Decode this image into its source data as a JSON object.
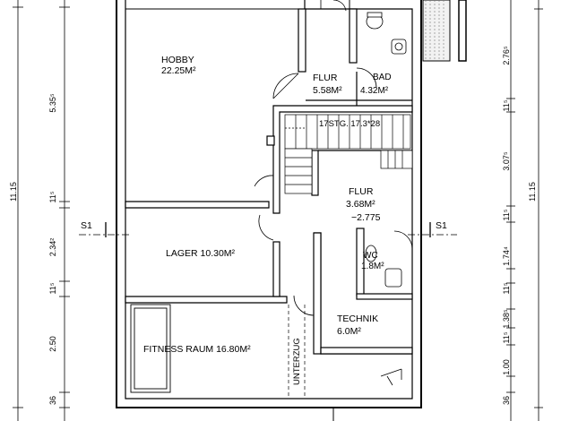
{
  "rooms": {
    "hobby": {
      "name": "HOBBY",
      "area": "22.25M²"
    },
    "flur_top": {
      "name": "FLUR",
      "area": "5.58M²"
    },
    "bad": {
      "name": "BAD",
      "area": "4.32M²"
    },
    "stairs": {
      "label": "17STG. 17.3*28"
    },
    "flur_mid": {
      "name": "FLUR",
      "area": "3.68M²",
      "level": "−2.775"
    },
    "lager": {
      "label": "LAGER 10.30M²"
    },
    "wc": {
      "name": "WC",
      "area": "1.8M²"
    },
    "technik": {
      "name": "TECHNIK",
      "area": "6.0M²"
    },
    "fitness": {
      "label": "FITNESS RAUM 16.80M²"
    },
    "unterzug": {
      "label": "UNTERZUG"
    }
  },
  "section_marks": {
    "left": "S1",
    "right": "S1"
  },
  "dimensions": {
    "left_total": "11.15",
    "left": [
      "5.35⁵",
      "11⁵",
      "2.34²",
      "11⁵",
      "2.50",
      "36"
    ],
    "right_total": "11.15",
    "right": [
      "2.76⁵",
      "11⁵",
      "3.07⁵",
      "11⁵",
      "1.74⁴",
      "11⁵",
      "1.38⁵",
      "11⁵",
      "1.00",
      "36"
    ]
  }
}
